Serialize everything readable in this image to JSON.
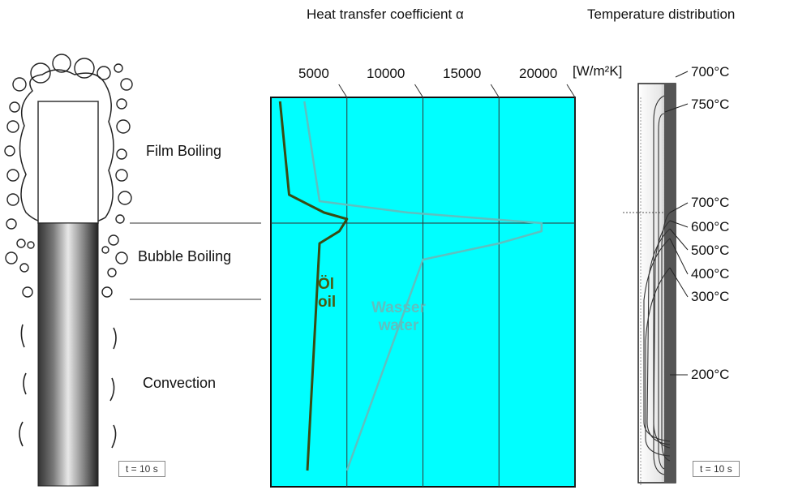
{
  "headers": {
    "htc": "Heat transfer coefficient α",
    "temp": "Temperature distribution"
  },
  "phases": [
    "Film Boiling",
    "Bubble Boiling",
    "Convection"
  ],
  "time_label": "t = 10 s",
  "chart_data": {
    "type": "line",
    "x_ticks": [
      "5000",
      "10000",
      "15000",
      "20000"
    ],
    "unit": "[W/m²K]",
    "xlim": [
      0,
      20000
    ],
    "series": [
      {
        "name": "Öl oil",
        "label_line1": "Öl",
        "label_line2": "oil",
        "color": "#3a4a12",
        "y": [
          125,
          240,
          262,
          270,
          285,
          300,
          580
        ],
        "x": [
          600,
          1200,
          3500,
          5000,
          4500,
          3200,
          2400
        ]
      },
      {
        "name": "Wasser water",
        "label_line1": "Wasser",
        "label_line2": "water",
        "color": "#5ec0c0",
        "y": [
          125,
          248,
          262,
          275,
          285,
          300,
          320,
          580
        ],
        "x": [
          2200,
          3200,
          9000,
          17800,
          17800,
          15000,
          10000,
          5000
        ]
      }
    ]
  },
  "temperatures": [
    "700°C",
    "750°C",
    "700°C",
    "600°C",
    "500°C",
    "400°C",
    "300°C",
    "200°C"
  ]
}
